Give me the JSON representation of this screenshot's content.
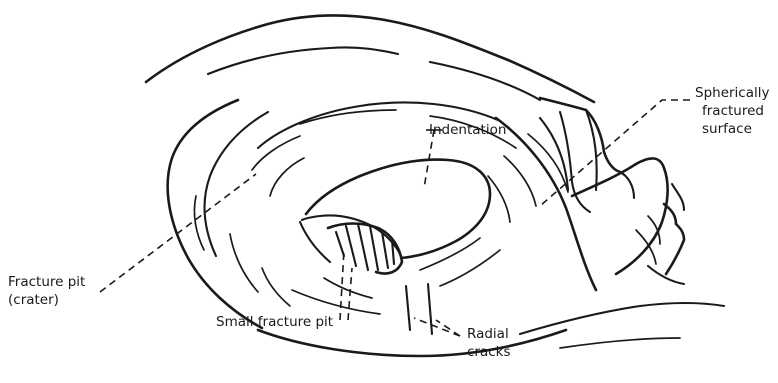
{
  "labels": {
    "indentation": "Indentation",
    "spherical_line1": "Spherically",
    "spherical_line2": "fractured",
    "spherical_line3": "surface",
    "fracture_pit_line1": "Fracture pit",
    "fracture_pit_line2": "(crater)",
    "small_fracture_pit": "Small fracture pit",
    "radial_line1": "Radial",
    "radial_line2": "cracks"
  }
}
